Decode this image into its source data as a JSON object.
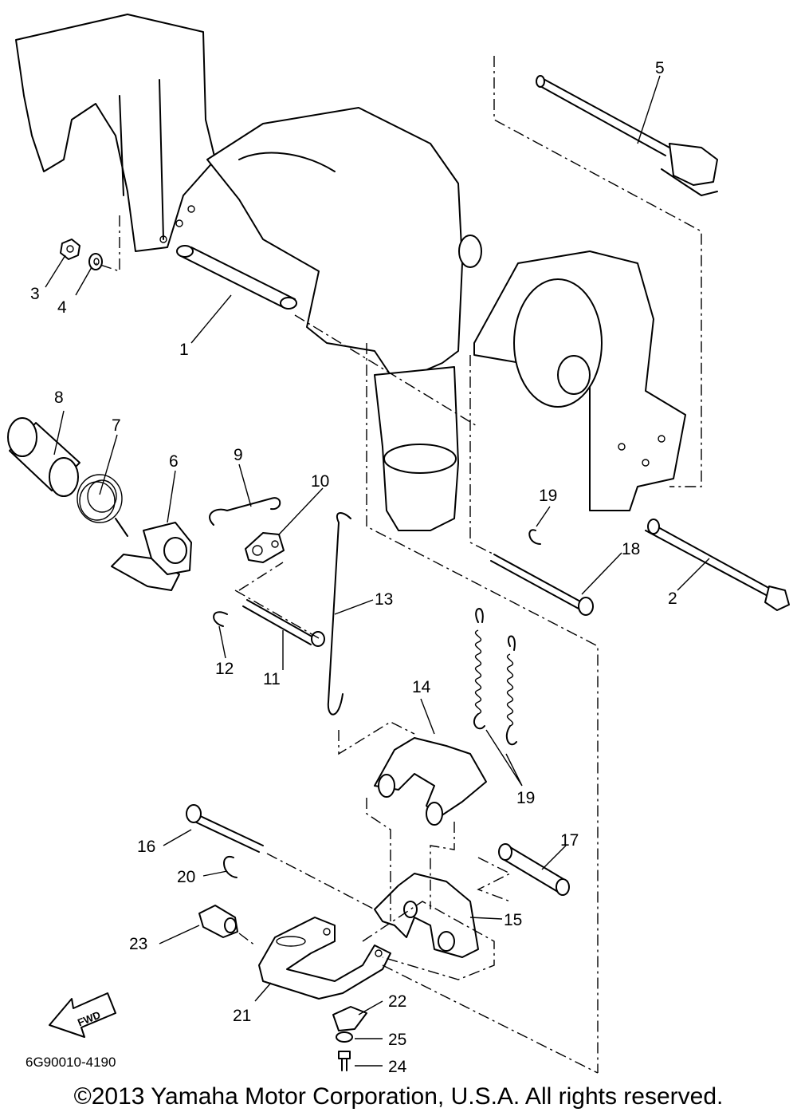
{
  "diagram": {
    "part_labels": [
      "1",
      "2",
      "3",
      "4",
      "5",
      "6",
      "7",
      "8",
      "9",
      "10",
      "11",
      "12",
      "13",
      "14",
      "15",
      "16",
      "17",
      "18",
      "19",
      "19",
      "20",
      "21",
      "22",
      "23",
      "24",
      "25"
    ],
    "direction_badge": "FWD",
    "drawing_code": "6G90010-4190"
  },
  "footer": {
    "copyright": "©2013 Yamaha Motor Corporation, U.S.A. All rights reserved."
  }
}
